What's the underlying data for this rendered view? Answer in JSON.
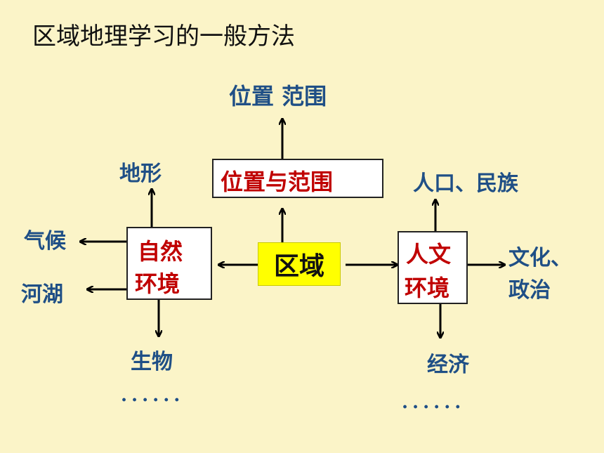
{
  "title": "区域地理学习的一般方法",
  "center": "区域",
  "location_box": "位置与范围",
  "location_top": "位置 范围",
  "natural": {
    "line1": "自然",
    "line2": "环境",
    "top": "地形",
    "left1": "气候",
    "left2": "河湖",
    "bottom": "生物",
    "more": "......"
  },
  "human": {
    "line1": "人文",
    "line2": "环境",
    "top": "人口、民族",
    "right1": "文化、",
    "right2": "政治",
    "bottom": "经济",
    "more": "......"
  }
}
